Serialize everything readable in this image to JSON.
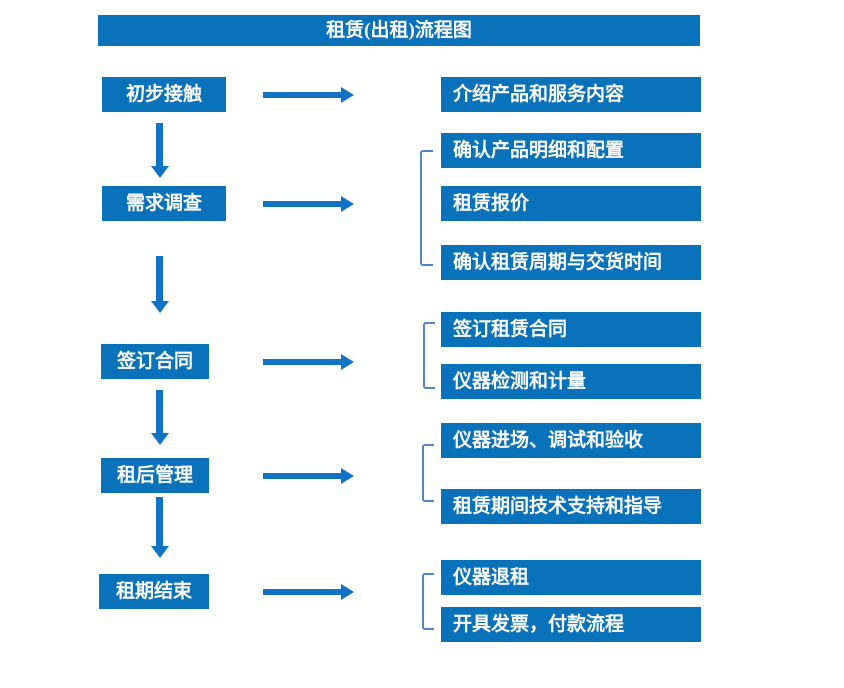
{
  "title": "租赁(出租)流程图",
  "colors": {
    "box_fill": "#0a71bb",
    "arrow": "#1173c6",
    "bracket": "#5086c6",
    "text": "#ffffff",
    "background": "#ffffff"
  },
  "steps": [
    {
      "label": "初步接触",
      "details": [
        "介绍产品和服务内容"
      ]
    },
    {
      "label": "需求调查",
      "details": [
        "确认产品明细和配置",
        "租赁报价",
        "确认租赁周期与交货时间"
      ]
    },
    {
      "label": "签订合同",
      "details": [
        "签订租赁合同",
        "仪器检测和计量"
      ]
    },
    {
      "label": "租后管理",
      "details": [
        "仪器进场、调试和验收",
        "租赁期间技术支持和指导"
      ]
    },
    {
      "label": "租期结束",
      "details": [
        "仪器退租",
        "开具发票，付款流程"
      ]
    }
  ]
}
